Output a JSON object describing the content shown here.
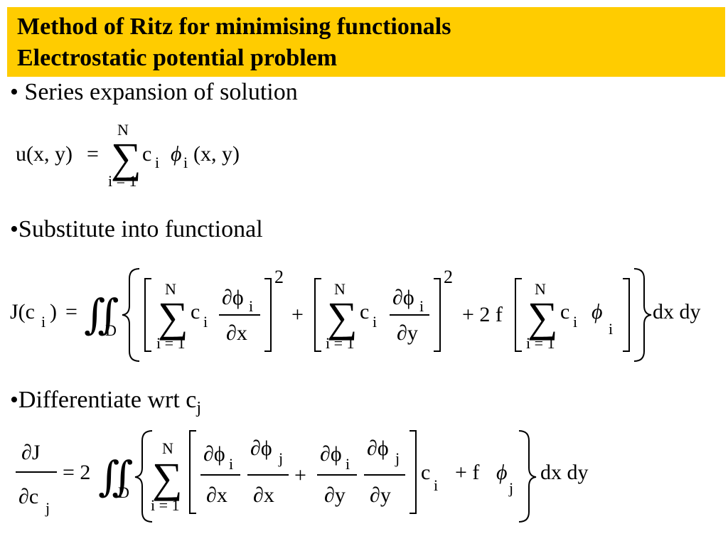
{
  "slide": {
    "title_line1": "Method of Ritz for minimising functionals",
    "title_line2": "Electrostatic potential problem",
    "bullets": [
      {
        "text": "• Series expansion of solution"
      },
      {
        "text": "•Substitute into functional"
      },
      {
        "text": "•Differentiate wrt c",
        "subscript": "j"
      }
    ]
  },
  "equations": {
    "eq1": {
      "lhs": "u(x, y)",
      "equals": "=",
      "sum_upper": "N",
      "sum_lower": "i = 1",
      "coeff": "c",
      "coeff_sub": "i",
      "basis": "ϕ",
      "basis_sub": "i",
      "args": "(x, y)"
    },
    "eq2": {
      "lhs": "J(c",
      "lhs_sub": "i",
      "lhs_close": ")",
      "equals": "=",
      "domain": "D",
      "sum_upper": "N",
      "sum_lower": "i = 1",
      "coeff": "c",
      "coeff_sub": "i",
      "partial_phi": "∂ϕ",
      "phi_sub": "i",
      "dx": "∂x",
      "dy": "∂y",
      "power": "2",
      "plus": "+",
      "plus_two_f": "+ 2 f",
      "phi": "ϕ",
      "differential": "dx dy"
    },
    "eq3": {
      "num": "∂J",
      "den": "∂c",
      "den_sub": "j",
      "equals": "= 2",
      "domain": "D",
      "sum_upper": "N",
      "sum_lower": "i = 1",
      "partial_phi": "∂ϕ",
      "sub_i": "i",
      "sub_j": "j",
      "dx": "∂x",
      "dy": "∂y",
      "plus": "+",
      "coeff": "c",
      "coeff_sub": "i",
      "plus_f": "+ f",
      "phi": "ϕ",
      "differential": "dx dy"
    }
  },
  "colors": {
    "header_bg": "#ffcc00",
    "text": "#000000",
    "background": "#ffffff"
  }
}
